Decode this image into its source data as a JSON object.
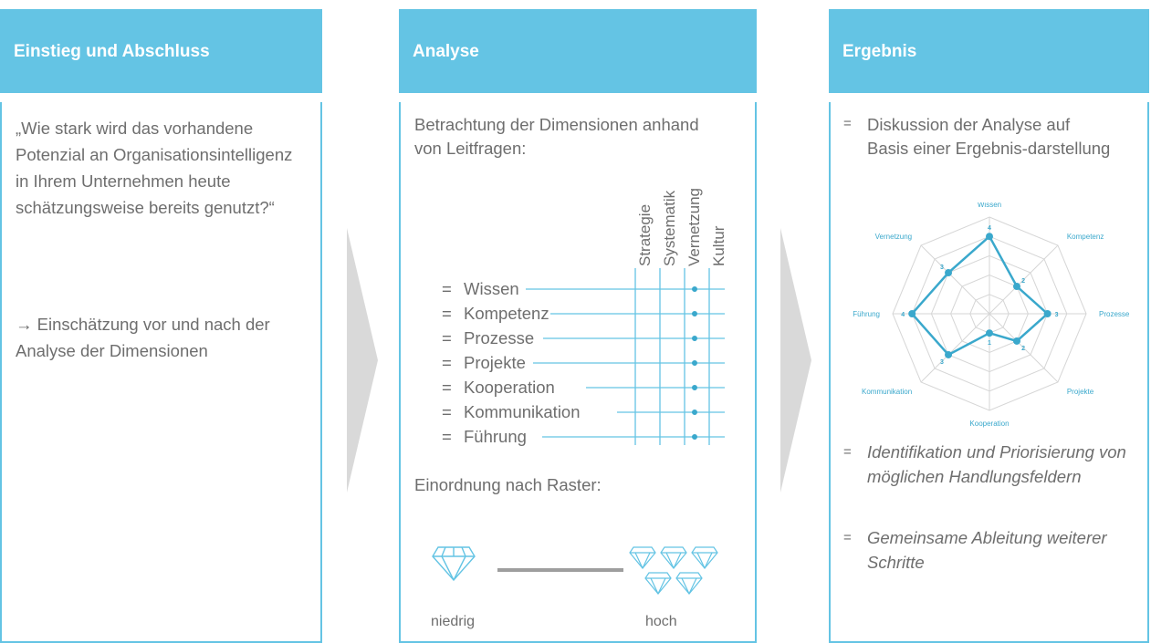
{
  "columns": {
    "entry": {
      "title": "Einstieg und Abschluss",
      "question": "„Wie stark wird das vorhandene Potenzial an Organisationsintelligenz in Ihrem Unternehmen heute schätzungsweise bereits genutzt?“",
      "note": "→ Einschätzung vor und nach der Analyse der Dimensionen"
    },
    "analysis": {
      "title": "Analyse",
      "intro": "Betrachtung der Dimensionen anhand von Leitfragen:",
      "bullet": "=",
      "grid_columns": [
        "Strategie",
        "Systematik",
        "Vernetzung",
        "Kultur"
      ],
      "dimensions": [
        "Wissen",
        "Kompetenz",
        "Prozesse",
        "Projekte",
        "Kooperation",
        "Kommunikation",
        "Führung"
      ],
      "raster_label": "Einordnung nach Raster:",
      "scale_low": "niedrig",
      "scale_high": "hoch"
    },
    "result": {
      "title": "Ergebnis",
      "item1": "Diskussion der Analyse auf Basis einer Ergebnis-darstellung",
      "item2": "Identifikation und Priorisierung von möglichen Handlungsfeldern",
      "item3": "Gemeinsame Ableitung weiterer Schritte",
      "bullet": "="
    }
  },
  "chart_data": {
    "type": "radar",
    "categories": [
      "Wissen",
      "Kompetenz",
      "Prozesse",
      "Projekte",
      "Kooperation",
      "Kommunikation",
      "Führung",
      "Vernetzung"
    ],
    "values": [
      4,
      2,
      3,
      2,
      1,
      3,
      4,
      3
    ],
    "rlim": [
      0,
      5
    ],
    "color": "#3aa8cc"
  },
  "colors": {
    "accent": "#64c4e4",
    "chart": "#3aa8cc",
    "arrow": "#d9d9d9",
    "text": "#6e6e6e"
  },
  "icons": [
    "diamond-icon",
    "diamond-cluster-icon"
  ]
}
